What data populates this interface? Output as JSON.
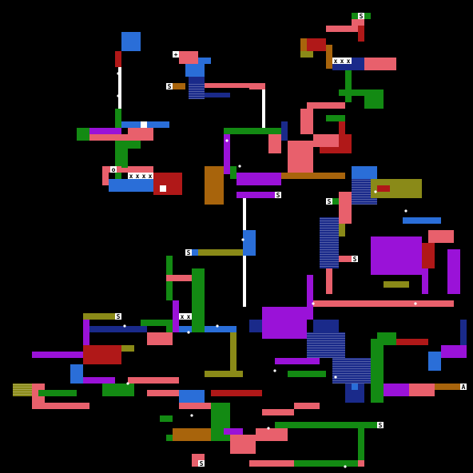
{
  "map": {
    "background": "#000000",
    "palette": {
      "red": "#e8606c",
      "dark_red": "#b01818",
      "green": "#138a13",
      "blue": "#2a6ed8",
      "navy": "#1a2a8a",
      "purple": "#9a12d8",
      "olive": "#8a8a18",
      "brown": "#a8640c",
      "white": "#ffffff"
    },
    "symbols": {
      "save": "S",
      "item": "x",
      "door": "o"
    }
  }
}
